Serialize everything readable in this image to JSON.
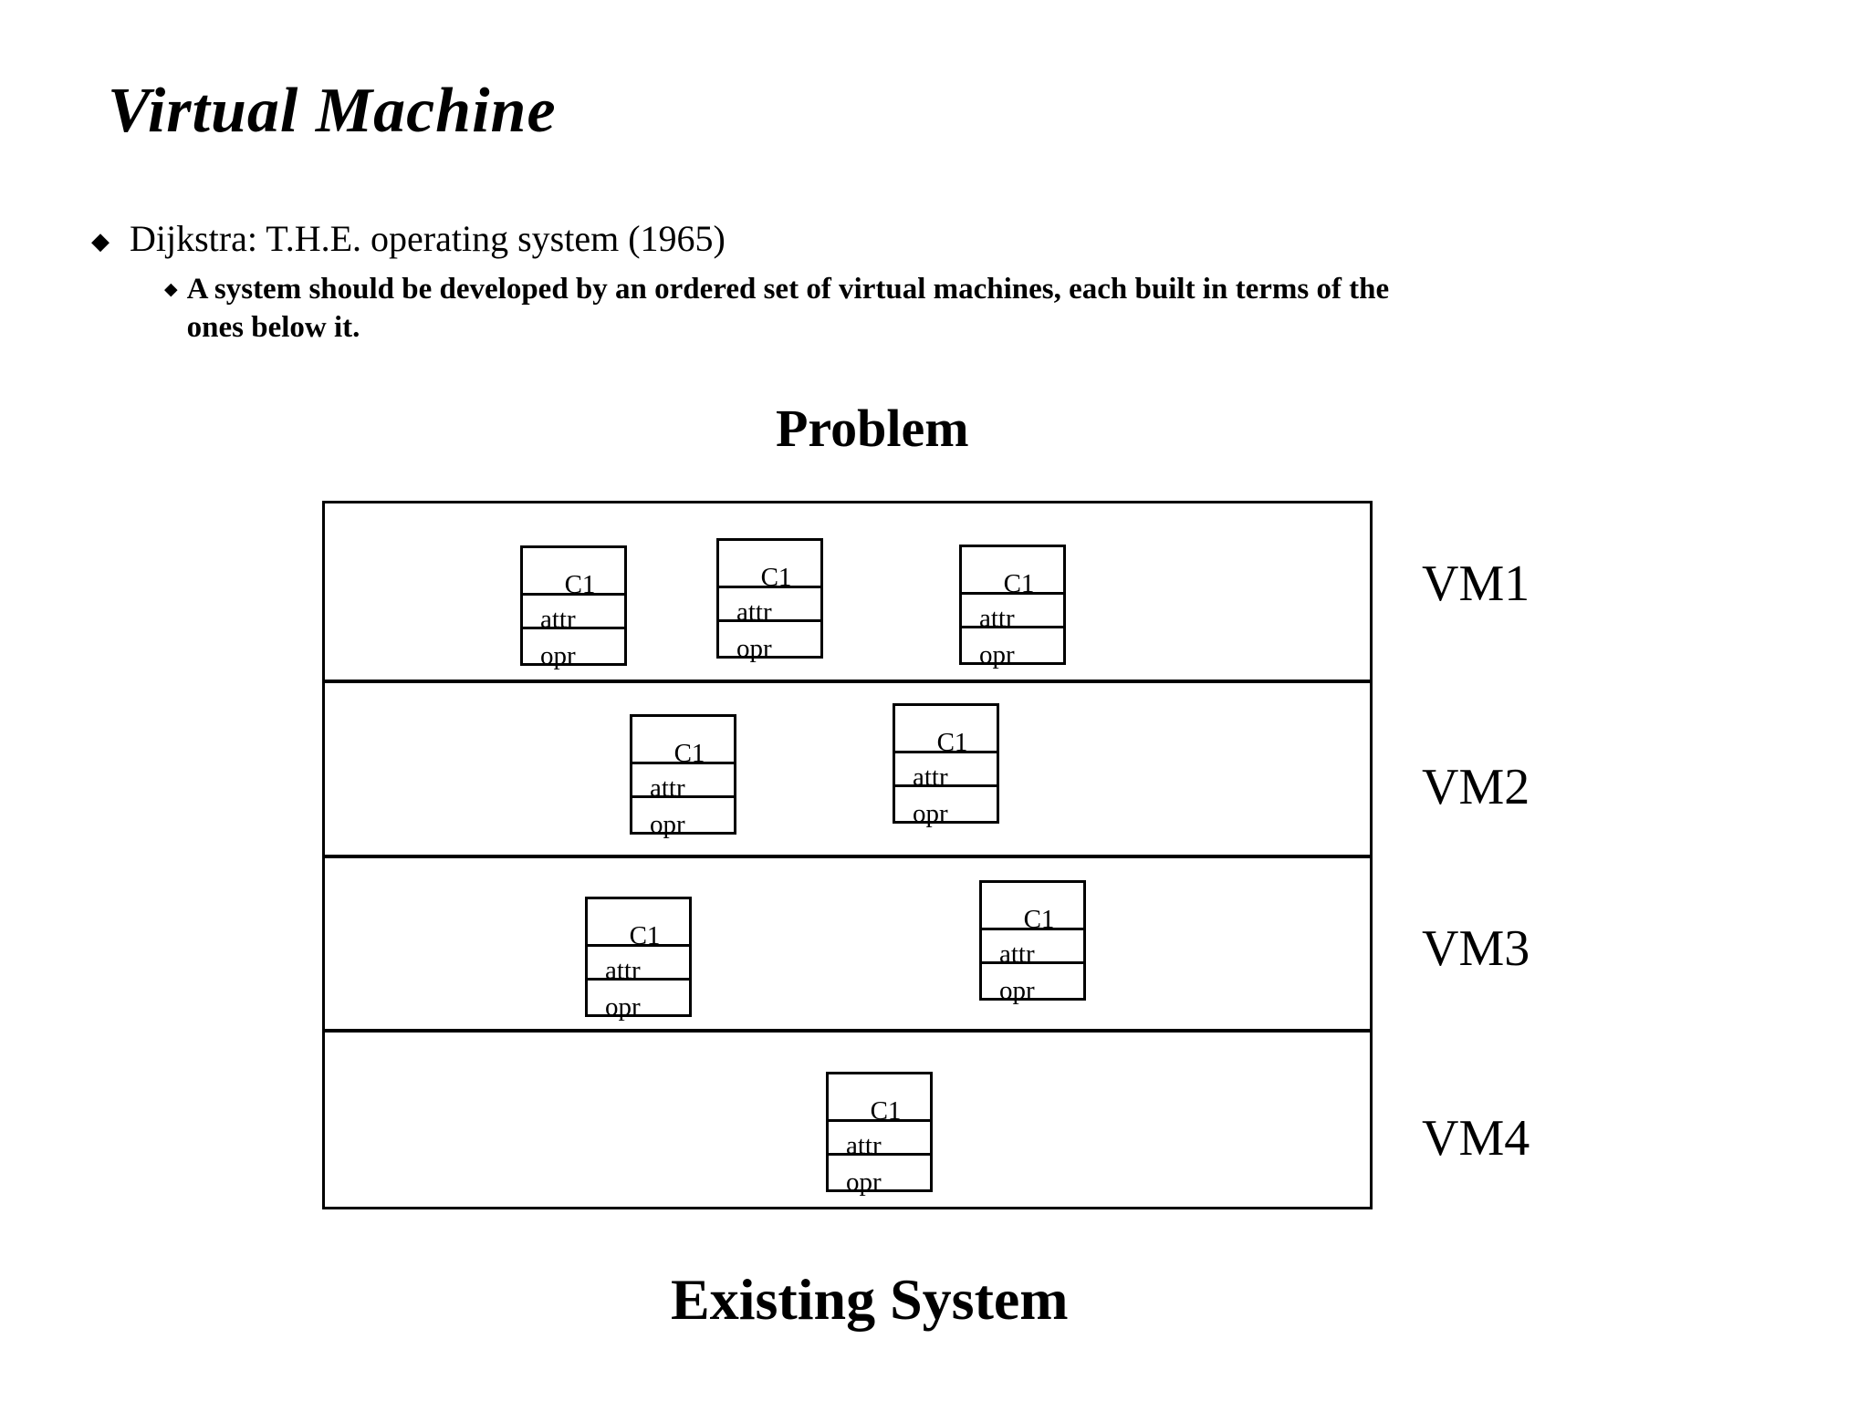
{
  "slide": {
    "title": "Virtual Machine",
    "bullets": {
      "glyph": "◆",
      "level1": "Dijkstra: T.H.E. operating system (1965)",
      "level2_lines": [
        "A system should be developed by an ordered set of virtual machines, each built in terms of the",
        "ones below it."
      ]
    },
    "diagram": {
      "heading": "Problem",
      "footer": "Existing System",
      "class_box": {
        "name": "C1",
        "attributes_label": "attr",
        "operations_label": "opr"
      },
      "layers": [
        {
          "label": "VM1",
          "box_count": 3
        },
        {
          "label": "VM2",
          "box_count": 2
        },
        {
          "label": "VM3",
          "box_count": 2
        },
        {
          "label": "VM4",
          "box_count": 1
        }
      ]
    },
    "colors": {
      "background": "#ffffff",
      "text": "#000000",
      "line": "#000000"
    }
  }
}
